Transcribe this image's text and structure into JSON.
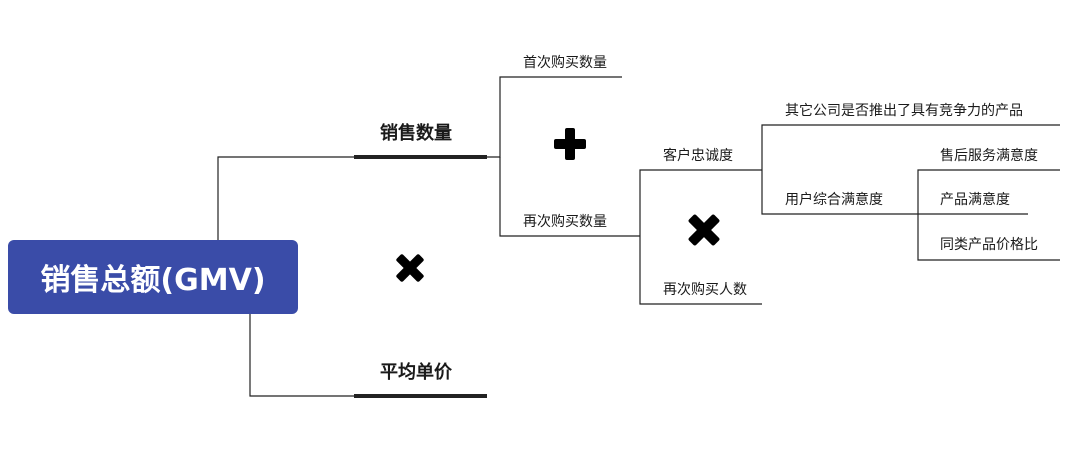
{
  "root": {
    "label": "销售总额(GMV)",
    "color": "#3a4ca8"
  },
  "branches": {
    "sales_qty": "销售数量",
    "avg_price": "平均单价",
    "first_purchase_qty": "首次购买数量",
    "repeat_purchase_qty": "再次购买数量",
    "customer_loyalty": "客户忠诚度",
    "repeat_buyers": "再次购买人数",
    "competitor_products": "其它公司是否推出了具有竞争力的产品",
    "user_satisfaction": "用户综合满意度",
    "after_sales_satisfaction": "售后服务满意度",
    "product_satisfaction": "产品满意度",
    "price_performance": "同类产品价格比"
  },
  "operators": {
    "root_children": "multiply",
    "sales_qty_children": "add",
    "repeat_purchase_children": "multiply"
  }
}
